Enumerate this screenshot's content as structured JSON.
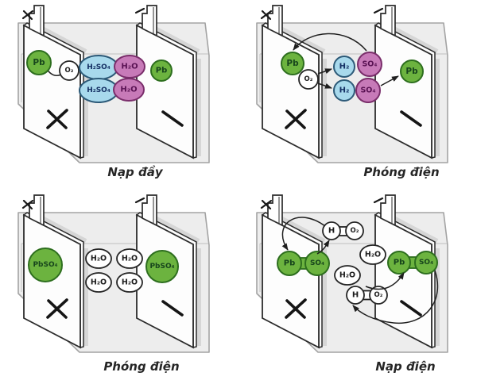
{
  "diagram": {
    "subject": "lead-acid battery charge and discharge states",
    "terminal_marks": {
      "left": "+",
      "right": "−"
    }
  },
  "colors": {
    "green_fill": "#6cb33f",
    "green_stroke": "#2d6e1e",
    "green_text": "#17451c",
    "blue_fill": "#a8d9ec",
    "blue_stroke": "#2d5a78",
    "blue_text": "#142f63",
    "purple_fill": "#c77ab8",
    "purple_stroke": "#7a2e6b",
    "purple_text": "#591253",
    "white_fill": "#ffffff",
    "outline": "#252525",
    "container_fill": "#ededed",
    "container_stroke": "#a3a3a3"
  },
  "panels": [
    {
      "caption": "Nạp đầy",
      "molecules": {
        "pb_left": "Pb",
        "o2": "O₂",
        "h2so4_top": "H₂SO₄",
        "h2so4_bottom": "H₂SO₄",
        "h2o_top": "H₂O",
        "h2o_bottom": "H₂O",
        "pb_right": "Pb"
      }
    },
    {
      "caption": "Phóng điện",
      "molecules": {
        "pb_left": "Pb",
        "o2": "O₂",
        "h2_top": "H₂",
        "h2_bottom": "H₂",
        "so4_top": "SO₄",
        "so4_bottom": "SO₄",
        "pb_right": "Pb"
      }
    },
    {
      "caption": "Phóng điện",
      "molecules": {
        "pbso4_left": "PbSO₄",
        "h2o_1": "H₂O",
        "h2o_2": "H₂O",
        "h2o_3": "H₂O",
        "h2o_4": "H₂O",
        "pbso4_right": "PbSO₄"
      }
    },
    {
      "caption": "Nạp điện",
      "molecules": {
        "pb_left": "Pb",
        "so4_left": "SO₄",
        "h_top": "H",
        "o2_top": "O₂",
        "h2o_1": "H₂O",
        "h2o_2": "H₂O",
        "h_bottom": "H",
        "o2_bottom": "O₂",
        "pb_right": "Pb",
        "so4_right": "SO₄"
      }
    }
  ]
}
